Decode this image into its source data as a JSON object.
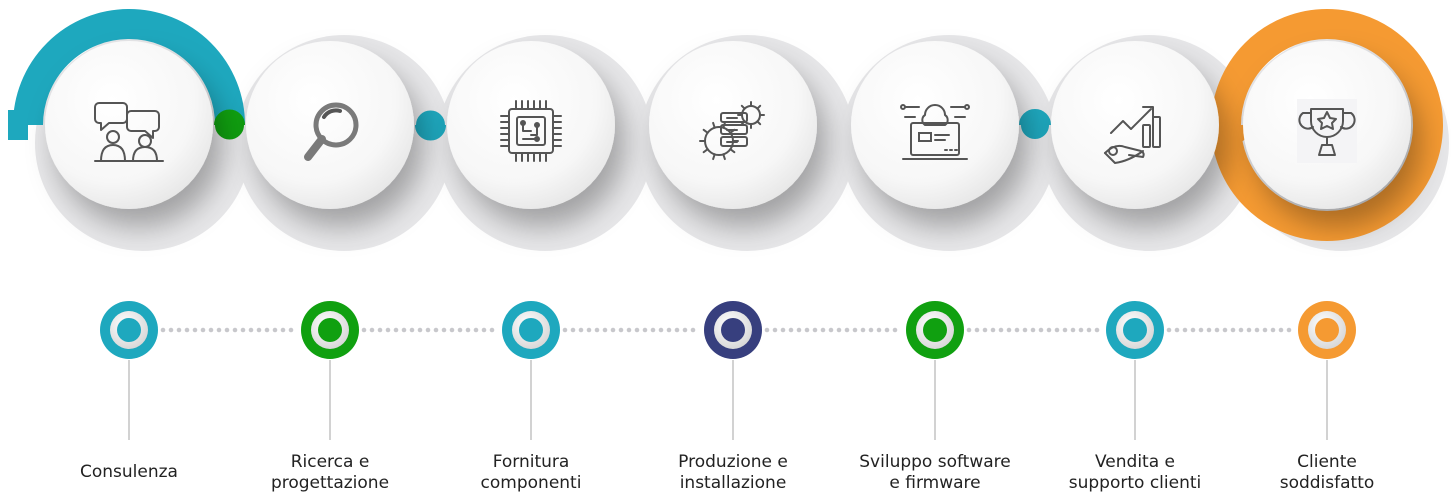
{
  "colors": {
    "teal": "#1ea8be",
    "green": "#10a010",
    "navy": "#373f7e",
    "orange": "#f59a32",
    "ghost": "#e7e7e9",
    "icon_stroke": "#555555"
  },
  "steps": [
    {
      "lines": [
        "Consulenza"
      ],
      "color": "teal",
      "icon": "consulting-chat-icon"
    },
    {
      "lines": [
        "Ricerca e",
        "progettazione"
      ],
      "color": "green",
      "icon": "magnifier-search-icon"
    },
    {
      "lines": [
        "Fornitura",
        "componenti"
      ],
      "color": "teal",
      "icon": "microchip-icon"
    },
    {
      "lines": [
        "Produzione e",
        "installazione"
      ],
      "color": "navy",
      "icon": "server-gear-icon"
    },
    {
      "lines": [
        "Sviluppo software",
        "e firmware"
      ],
      "color": "green",
      "icon": "laptop-code-icon"
    },
    {
      "lines": [
        "Vendita e",
        "supporto clienti"
      ],
      "color": "teal",
      "icon": "sales-growth-hand-icon"
    },
    {
      "lines": [
        "Cliente",
        "soddisfatto"
      ],
      "color": "orange",
      "icon": "trophy-icon"
    }
  ]
}
